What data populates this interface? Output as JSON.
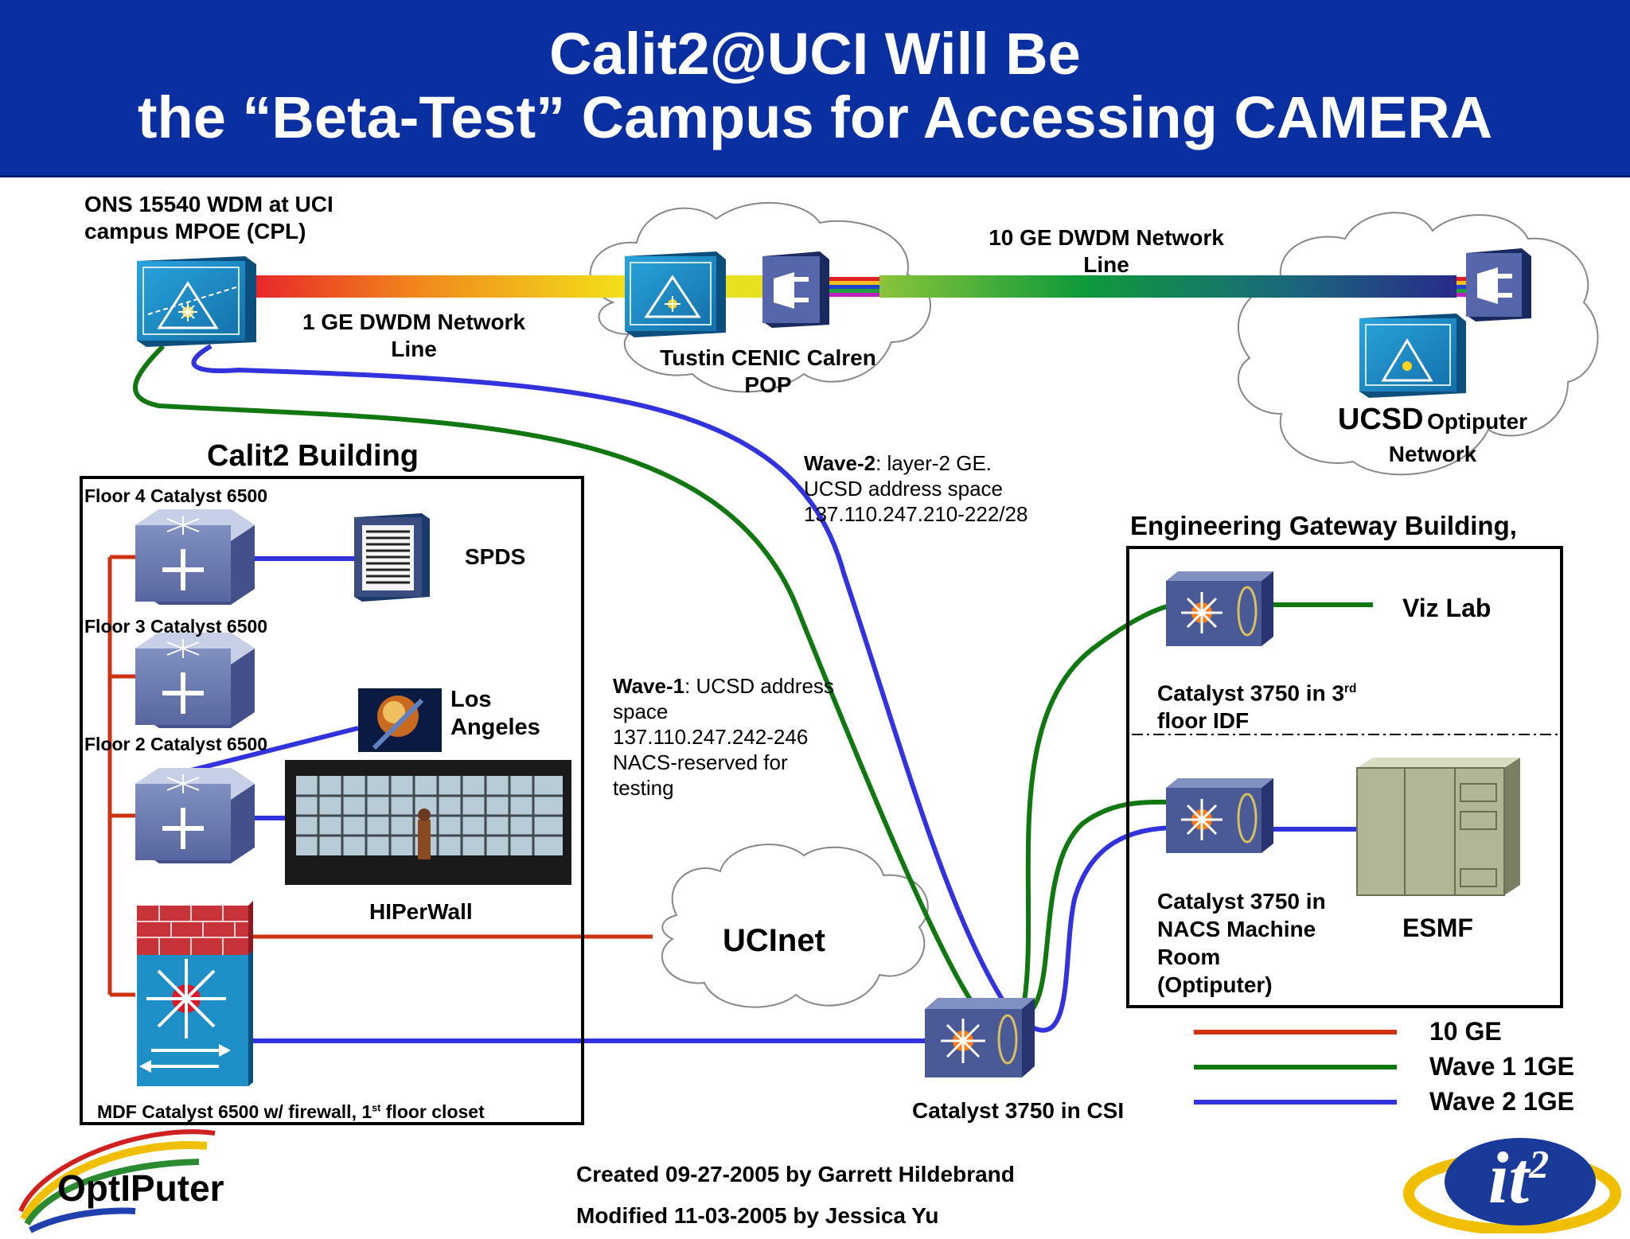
{
  "header": {
    "title_line1": "Calit2@UCI Will Be",
    "title_line2": "the “Beta-Test” Campus for Accessing CAMERA"
  },
  "labels": {
    "ons_line1": "ONS 15540 WDM at UCI",
    "ons_line2": "campus MPOE (CPL)",
    "dwdm1_line1": "1 GE DWDM Network",
    "dwdm1_line2": "Line",
    "dwdm10_line1": "10 GE DWDM Network",
    "dwdm10_line2": "Line",
    "tustin_line1": "Tustin CENIC Calren",
    "tustin_line2": "POP",
    "ucsd_big": "UCSD",
    "ucsd_rest": "Optiputer",
    "ucsd_line2": "Network",
    "wave2_bold": "Wave-2",
    "wave2_line1": ": layer-2 GE.",
    "wave2_line2": "UCSD address space",
    "wave2_line3": "137.110.247.210-222/28",
    "wave1_bold": "Wave-1",
    "wave1_line1": ": UCSD address",
    "wave1_line2": "space",
    "wave1_line3": "137.110.247.242-246",
    "wave1_line4": "NACS-reserved for",
    "wave1_line5": "testing",
    "calit2_building": "Calit2 Building",
    "floor4": "Floor 4 Catalyst 6500",
    "floor3": "Floor 3 Catalyst 6500",
    "floor2": "Floor 2 Catalyst 6500",
    "spds": "SPDS",
    "los_angeles_1": "Los",
    "los_angeles_2": "Angeles",
    "hiperwall": "HIPerWall",
    "ucinet": "UCInet",
    "mdf_pre": "MDF Catalyst 6500 w/ firewall, 1",
    "mdf_sup": "st",
    "mdf_post": " floor closet",
    "csi": "Catalyst 3750 in CSI",
    "eng_gateway": "Engineering Gateway Building,",
    "viz_lab": "Viz Lab",
    "cat3rd_pre": "Catalyst 3750 in 3",
    "cat3rd_sup": "rd",
    "cat3rd_line2": "floor IDF",
    "nacs_line1": "Catalyst 3750 in",
    "nacs_line2": "NACS Machine",
    "nacs_line3": "Room",
    "nacs_line4": "(Optiputer)",
    "esmf": "ESMF",
    "created": "Created 09-27-2005 by Garrett Hildebrand",
    "modified": "Modified 11-03-2005 by Jessica Yu"
  },
  "legend": [
    {
      "label": "10 GE",
      "color": "#cc3311"
    },
    {
      "label": "Wave 1 1GE",
      "color": "#117711"
    },
    {
      "label": "Wave 2 1GE",
      "color": "#3333dd"
    }
  ],
  "logos": {
    "optiputer_text": "OptIPuter",
    "it2_text": "it",
    "it2_sup": "2"
  },
  "colors": {
    "header_bg": "#0a2fa0",
    "ten_ge": "#cc3311",
    "wave1": "#117711",
    "wave2": "#3333dd",
    "device_blue": "#1f8fc8",
    "router_slate": "#5a6aa0"
  }
}
